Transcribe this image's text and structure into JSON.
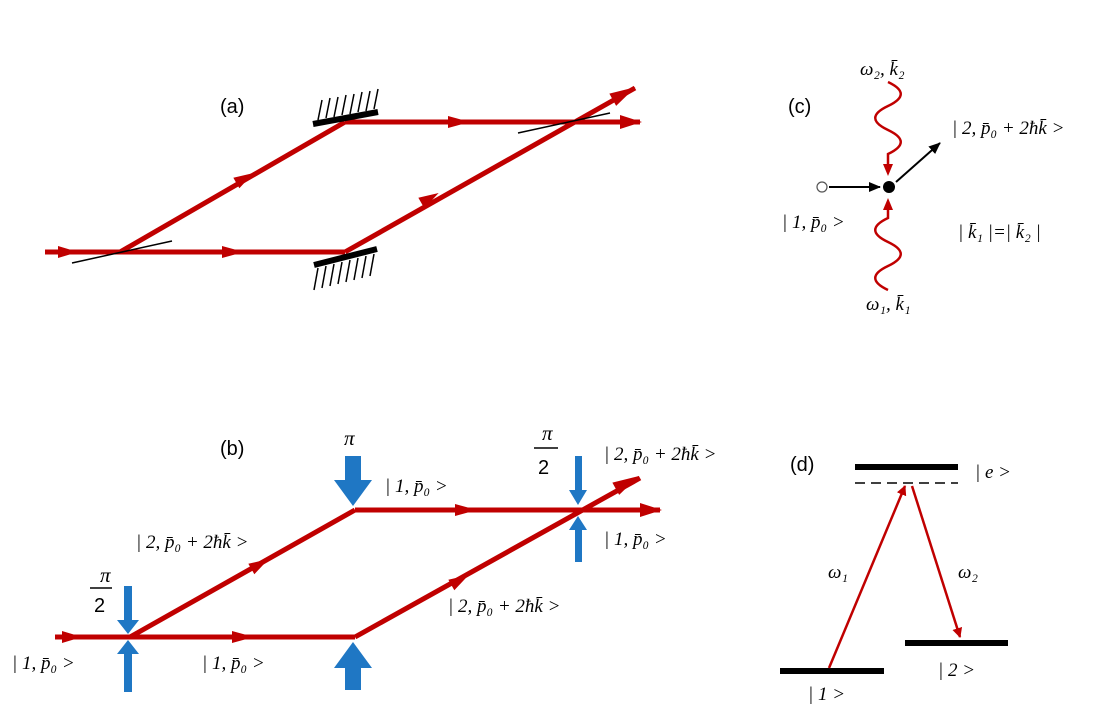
{
  "panels": {
    "a": {
      "label": "(a)"
    },
    "b": {
      "label": "(b)",
      "pulses": {
        "first": [
          "π",
          "2"
        ],
        "middle": "π",
        "last": [
          "π",
          "2"
        ]
      },
      "states": {
        "input": "| 1, p̄₀ >",
        "lower_left": "| 1, p̄₀ >",
        "upper_left": "| 2, p̄₀ + 2ħk̄ >",
        "upper_mid": "| 1, p̄₀ >",
        "lower_right": "| 2, p̄₀ + 2ħk̄ >",
        "out_upper": "| 2, p̄₀ + 2ħk̄ >",
        "out_lower": "| 1, p̄₀ >"
      }
    },
    "c": {
      "label": "(c)",
      "photon_top": "ω₂, k̄₂",
      "photon_bottom": "ω₁, k̄₁",
      "initial_state": "| 1, p̄₀ >",
      "final_state": "| 2, p̄₀ + 2ħk̄ >",
      "relation": "| k̄₁ |=| k̄₂ |"
    },
    "d": {
      "label": "(d)",
      "levels": {
        "excited": "| e >",
        "ground1": "| 1 >",
        "ground2": "| 2 >"
      },
      "transitions": {
        "up": "ω₁",
        "down": "ω₂"
      }
    }
  },
  "colors": {
    "beam": "#c00000",
    "pulse": "#1f77c4",
    "line": "#000000"
  }
}
